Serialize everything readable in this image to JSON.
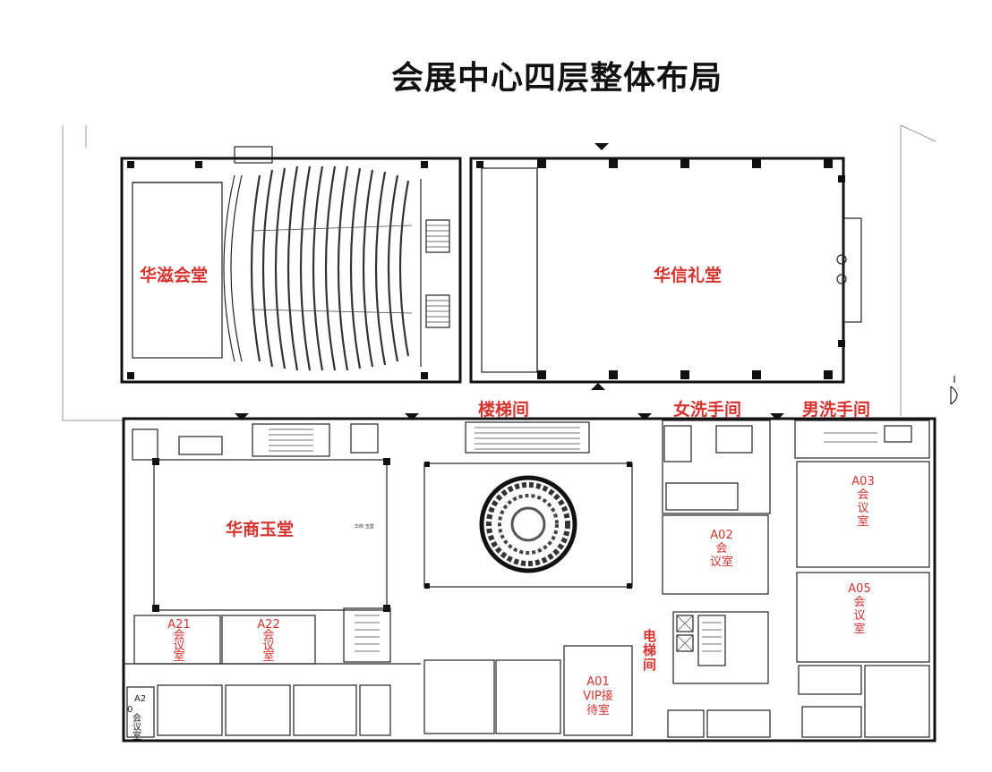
{
  "title": "会展中心四层整体布局",
  "halls": {
    "huazi": "华滋会堂",
    "huaxin": "华信礼堂",
    "huashang": "华商玉堂"
  },
  "services": {
    "stairs": "楼梯间",
    "womens_restroom": "女洗手间",
    "mens_restroom": "男洗手间",
    "elevator": [
      "电",
      "梯",
      "间"
    ]
  },
  "rooms": {
    "a21": [
      "A21",
      "会",
      "议",
      "室"
    ],
    "a22": [
      "A22",
      "会",
      "议",
      "室"
    ],
    "a02": [
      "A02",
      "会",
      "议室"
    ],
    "a03": [
      "A03",
      "会",
      "议",
      "室"
    ],
    "a05": [
      "A05",
      "会",
      "议",
      "室"
    ],
    "a01": [
      "A01",
      "VIP接",
      "待室"
    ],
    "a20": [
      "A2",
      "0",
      "会",
      "议",
      "室"
    ]
  }
}
